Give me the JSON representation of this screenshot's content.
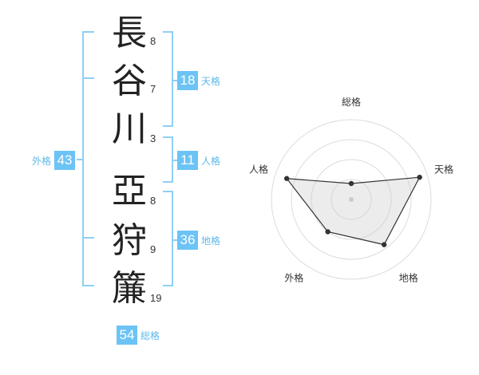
{
  "name_chars": [
    {
      "char": "長",
      "strokes": "8"
    },
    {
      "char": "谷",
      "strokes": "7"
    },
    {
      "char": "川",
      "strokes": "3"
    },
    {
      "char": "亞",
      "strokes": "8"
    },
    {
      "char": "狩",
      "strokes": "9"
    },
    {
      "char": "簾",
      "strokes": "19"
    }
  ],
  "kaku": {
    "tenkaku": {
      "value": "18",
      "label": "天格"
    },
    "jinkaku": {
      "value": "11",
      "label": "人格"
    },
    "chikaku": {
      "value": "36",
      "label": "地格"
    },
    "gaikaku": {
      "value": "43",
      "label": "外格"
    },
    "soukaku": {
      "value": "54",
      "label": "総格"
    }
  },
  "colors": {
    "accent": "#6cc3f5",
    "bracket": "#8fcff3",
    "label": "#5db8ea"
  },
  "chart_data": {
    "type": "radar",
    "axes": [
      "総格",
      "天格",
      "地格",
      "外格",
      "人格"
    ],
    "values": [
      0.2,
      0.9,
      0.7,
      0.5,
      0.85
    ],
    "rings": 4
  }
}
